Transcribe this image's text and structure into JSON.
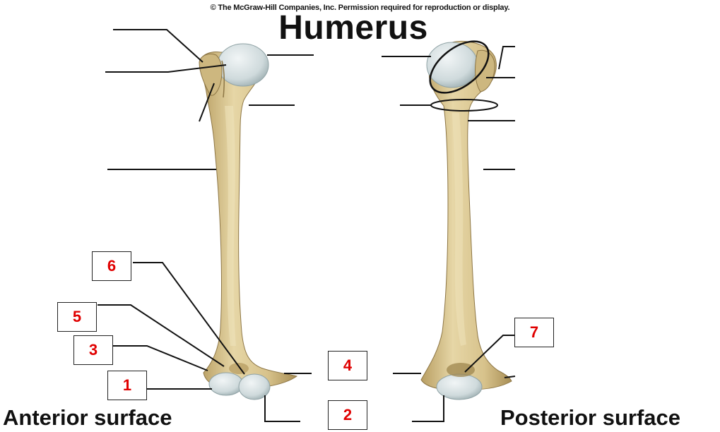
{
  "header": {
    "copyright": "© The McGraw-Hill Companies, Inc. Permission required for reproduction or display.",
    "title": "Humerus"
  },
  "views": {
    "anterior_label": "Anterior surface",
    "posterior_label": "Posterior surface"
  },
  "number_boxes": {
    "n1": "1",
    "n2": "2",
    "n3": "3",
    "n4": "4",
    "n5": "5",
    "n6": "6",
    "n7": "7"
  },
  "colors": {
    "bone": "#dccb98",
    "bone_shadow": "#b79f63",
    "cartilage": "#d9e3e5",
    "label_number": "#e00000"
  }
}
